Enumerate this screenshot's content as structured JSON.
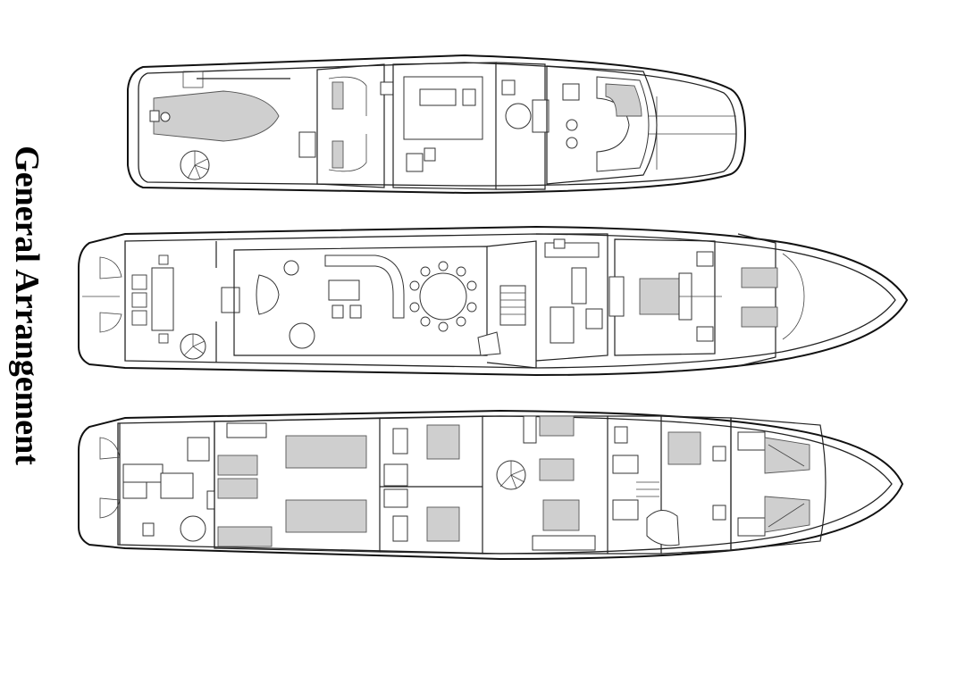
{
  "title": "General Arrangement",
  "decks": [
    {
      "key": "sun_deck",
      "icon": "sun-deck-plan"
    },
    {
      "key": "main_deck",
      "icon": "main-deck-plan"
    },
    {
      "key": "lower_deck",
      "icon": "lower-deck-plan"
    }
  ],
  "colors": {
    "line": "#111111",
    "fill_grey": "#cfcfcf",
    "background": "#ffffff"
  }
}
